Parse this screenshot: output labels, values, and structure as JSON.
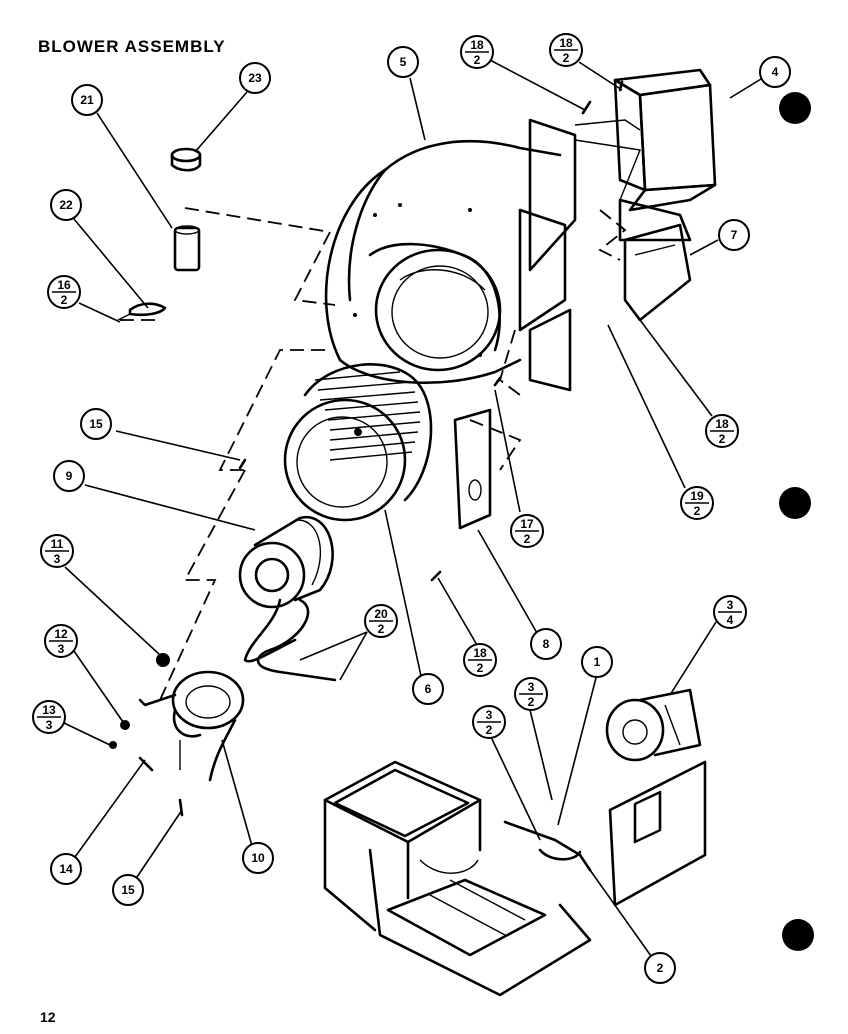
{
  "title": "BLOWER ASSEMBLY",
  "page_number": "12",
  "callouts": [
    {
      "id": "23",
      "top": "23"
    },
    {
      "id": "21",
      "top": "21"
    },
    {
      "id": "22",
      "top": "22"
    },
    {
      "id": "16a",
      "top": "16",
      "bottom": "2"
    },
    {
      "id": "5",
      "top": "5"
    },
    {
      "id": "18a",
      "top": "18",
      "bottom": "2"
    },
    {
      "id": "18b",
      "top": "18",
      "bottom": "2"
    },
    {
      "id": "4",
      "top": "4"
    },
    {
      "id": "7",
      "top": "7"
    },
    {
      "id": "18c",
      "top": "18",
      "bottom": "2"
    },
    {
      "id": "19",
      "top": "19",
      "bottom": "2"
    },
    {
      "id": "17",
      "top": "17",
      "bottom": "2"
    },
    {
      "id": "15",
      "top": "15"
    },
    {
      "id": "9",
      "top": "9"
    },
    {
      "id": "11",
      "top": "11",
      "bottom": "3"
    },
    {
      "id": "12",
      "top": "12",
      "bottom": "3"
    },
    {
      "id": "13",
      "top": "13",
      "bottom": "3"
    },
    {
      "id": "14",
      "top": "14"
    },
    {
      "id": "15b",
      "top": "15"
    },
    {
      "id": "10",
      "top": "10"
    },
    {
      "id": "20",
      "top": "20",
      "bottom": "2"
    },
    {
      "id": "6",
      "top": "6"
    },
    {
      "id": "18d",
      "top": "18",
      "bottom": "2"
    },
    {
      "id": "8",
      "top": "8"
    },
    {
      "id": "3a",
      "top": "3",
      "bottom": "4"
    },
    {
      "id": "1",
      "top": "1"
    },
    {
      "id": "3b",
      "top": "3",
      "bottom": "2"
    },
    {
      "id": "3c",
      "top": "3",
      "bottom": "2"
    },
    {
      "id": "2",
      "top": "2"
    }
  ]
}
